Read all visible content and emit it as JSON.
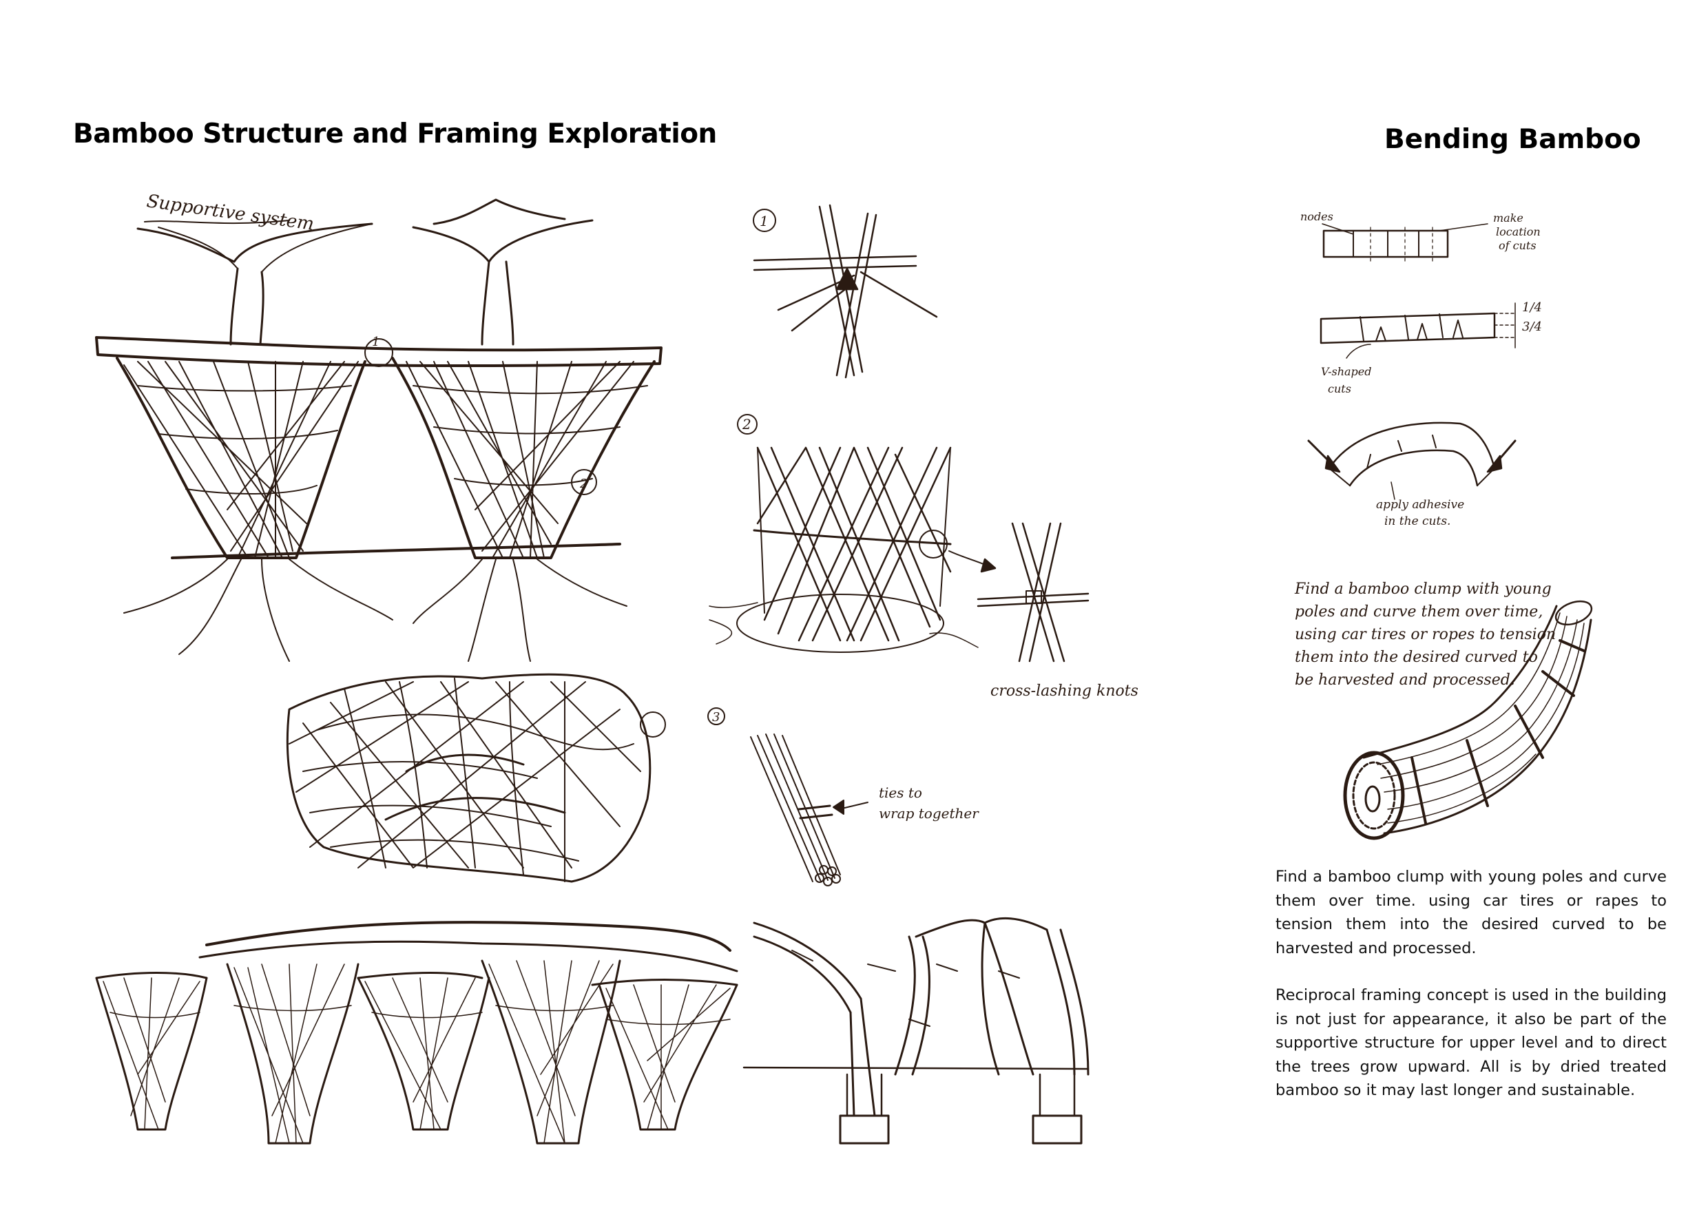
{
  "page": {
    "title": "Bamboo Structure and Framing Exploration",
    "side_title": "Bending Bamboo"
  },
  "sketch_labels": {
    "supportive": "Supportive system",
    "num1": "1",
    "num2": "2",
    "num3": "3",
    "detail1": "1",
    "detail2": "2",
    "cross_lashing": "cross-lashing knots",
    "ties": "ties to",
    "wrap": "wrap together",
    "nodes": "nodes",
    "make": "make",
    "location": "location",
    "of_cuts": "of cuts",
    "q1": "1/4",
    "q3": "3/4",
    "vshaped": "V-shaped",
    "cuts": "cuts",
    "apply": "apply adhesive",
    "in_cuts": "in the cuts.",
    "hand_note": [
      "Find a bamboo clump with young",
      "poles and curve them over time,",
      "using car tires or ropes to tension",
      "them into the desired curved to",
      "be harvested and processed."
    ]
  },
  "text": {
    "para1": "Find a bamboo clump with young poles and curve them over time. using car tires or rapes to tension them into the desired curved to be harvested and processed.",
    "para2": "Reciprocal framing concept is used in the building is not just for appearance, it also be part of the supportive structure for upper level and to direct the trees grow upward. All is by dried treated bamboo so it may last longer and sustainable."
  },
  "colors": {
    "ink": "#2a1a12",
    "text": "#111111"
  }
}
